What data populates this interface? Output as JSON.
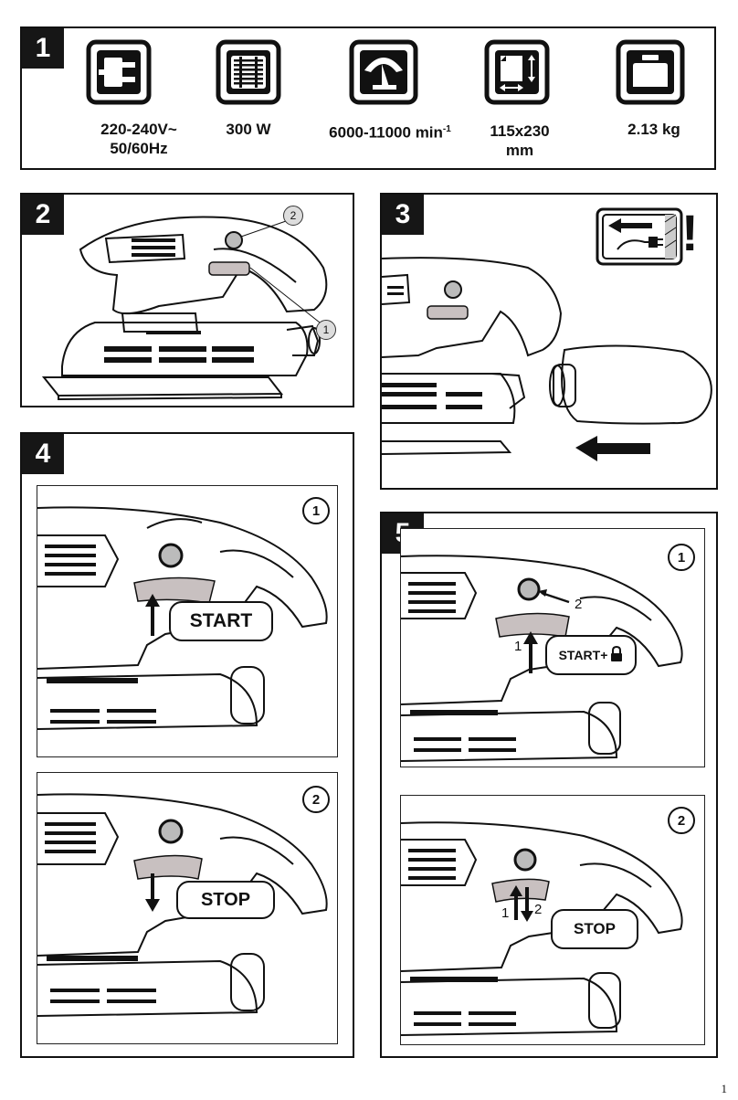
{
  "panel1": {
    "number": "1",
    "specs": [
      {
        "icon": "plug-icon",
        "line1": "220-240V~",
        "line2": "50/60Hz"
      },
      {
        "icon": "motor-icon",
        "line1": "300 W",
        "line2": ""
      },
      {
        "icon": "speed-gauge-icon",
        "line1": "6000-11000 min",
        "sup": "-1",
        "line2": ""
      },
      {
        "icon": "pad-size-icon",
        "line1": "115x230",
        "line2": "mm"
      },
      {
        "icon": "weight-icon",
        "line1": "2.13 kg",
        "line2": ""
      }
    ]
  },
  "panel2": {
    "number": "2",
    "callouts": [
      "1",
      "2"
    ]
  },
  "panel3": {
    "number": "3",
    "warning": "!"
  },
  "panel4": {
    "number": "4",
    "steps": [
      {
        "marker": "1",
        "label": "START"
      },
      {
        "marker": "2",
        "label": "STOP"
      }
    ]
  },
  "panel5": {
    "number": "5",
    "steps": [
      {
        "marker": "1",
        "label": "START+",
        "arrow1": "1",
        "arrow2": "2"
      },
      {
        "marker": "2",
        "label": "STOP",
        "arrow1": "1",
        "arrow2": "2"
      }
    ]
  },
  "page_number": "1"
}
